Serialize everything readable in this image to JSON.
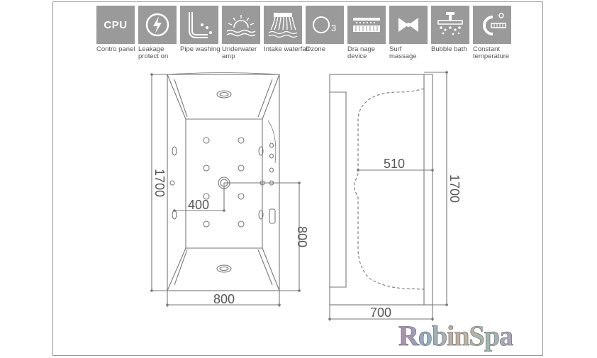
{
  "features": [
    {
      "label": "Contro panel",
      "icon": "cpu-icon",
      "tile_text": "CPU"
    },
    {
      "label": "Leakage\nprotect on",
      "icon": "leakage-protection-icon"
    },
    {
      "label": "Pipe washing",
      "icon": "pipe-washing-icon"
    },
    {
      "label": "Underwater\namp",
      "icon": "underwater-lamp-icon"
    },
    {
      "label": "Intake waterfall",
      "icon": "intake-waterfall-icon"
    },
    {
      "label": "Ozone",
      "icon": "ozone-icon",
      "tile_text": "O3"
    },
    {
      "label": "Dra nage\ndevice",
      "icon": "drainage-device-icon"
    },
    {
      "label": "Surf\nmassage",
      "icon": "surf-massage-icon"
    },
    {
      "label": "Bubble bath",
      "icon": "bubble-bath-icon"
    },
    {
      "label": "Constant\ntemperature",
      "icon": "constant-temperature-icon"
    }
  ],
  "dimensions": {
    "top_length": "1700",
    "top_width": "800",
    "top_center_depth": "800",
    "top_inner_offset": "400",
    "side_depth": "510",
    "side_length": "1700",
    "side_width": "700"
  },
  "brand": {
    "name": "RobinSpa"
  },
  "colors": {
    "tile": "#9a9a9a",
    "line": "#777777",
    "text": "#555555"
  }
}
